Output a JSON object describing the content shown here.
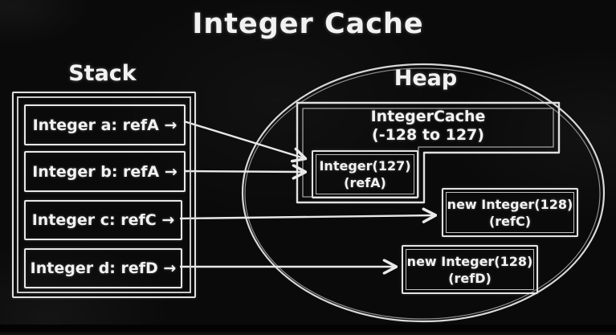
{
  "title": "Integer Cache",
  "stack": {
    "label": "Stack",
    "items": [
      {
        "label": "Integer a: refA →"
      },
      {
        "label": "Integer b: refA →"
      },
      {
        "label": "Integer c: refC →"
      },
      {
        "label": "Integer d: refD →"
      }
    ]
  },
  "heap": {
    "label": "Heap",
    "integer_cache": {
      "line1": "IntegerCache",
      "line2": "(-128 to 127)"
    },
    "cached_integer": {
      "line1": "Integer(127)",
      "line2": "(refA)"
    },
    "new_integer_refc": {
      "line1": "new Integer(128)",
      "line2": "(refC)"
    },
    "new_integer_refd": {
      "line1": "new Integer(128)",
      "line2": "(refD)"
    }
  },
  "colors": {
    "chalk": "#e6e6e6",
    "background": "#0a0a0a",
    "text": "#f2f2f2"
  }
}
